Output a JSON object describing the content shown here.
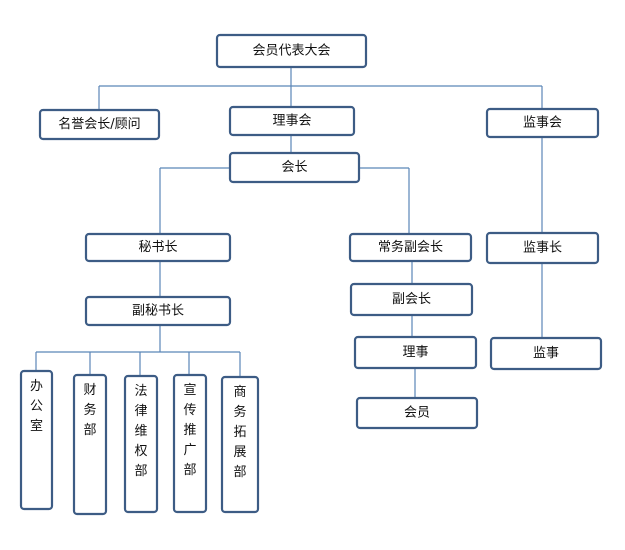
{
  "colors": {
    "box_border": "#3d5c85",
    "connector": "#5b86b8",
    "text": "#111111",
    "background": "#ffffff"
  },
  "nodes": {
    "assembly": "会员代表大会",
    "honorary": "名誉会长/顾问",
    "council": "理事会",
    "supervisory_board": "监事会",
    "president": "会长",
    "secretary_general": "秘书长",
    "deputy_secretary_general": "副秘书长",
    "executive_vp": "常务副会长",
    "vice_president": "副会长",
    "director": "理事",
    "member": "会员",
    "chief_supervisor": "监事长",
    "supervisor": "监事"
  },
  "departments": [
    "办公室",
    "财务部",
    "法律维权部",
    "宣传推广部",
    "商务拓展部"
  ]
}
